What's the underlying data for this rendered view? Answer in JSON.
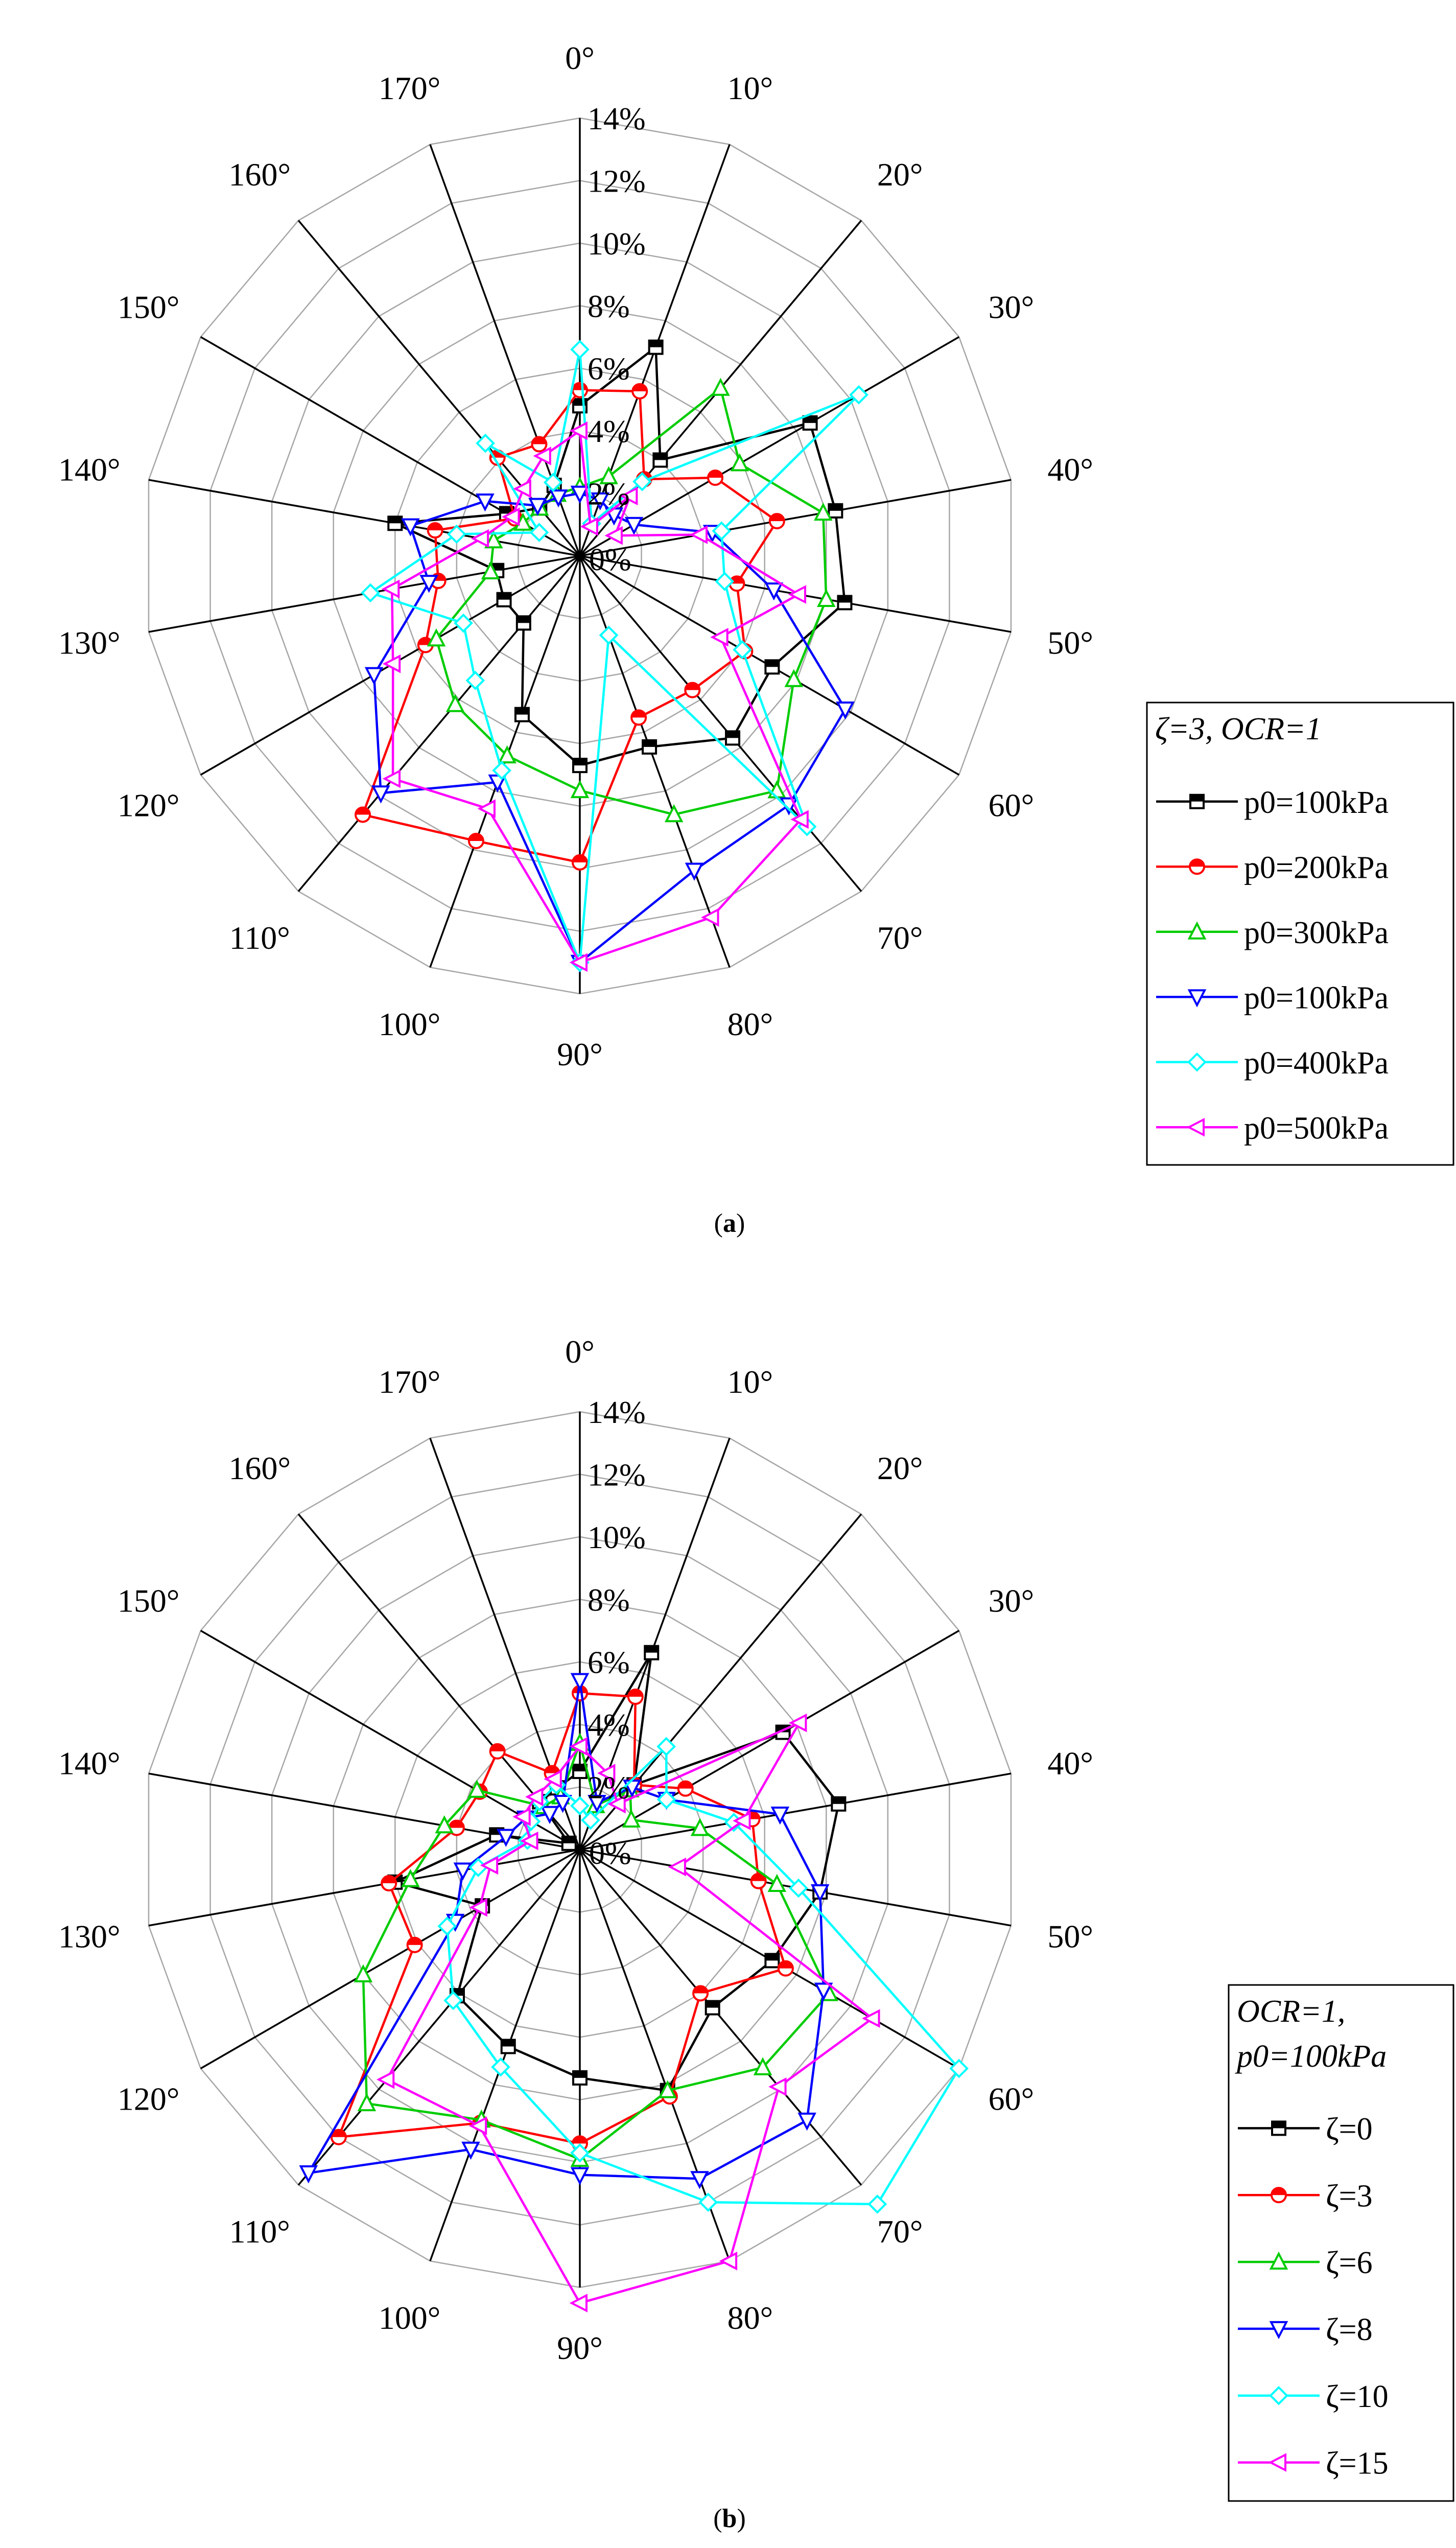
{
  "chart_data": [
    {
      "panel_label": "a",
      "type": "radar",
      "title": "",
      "angle_labels": [
        "0°",
        "10°",
        "20°",
        "30°",
        "40°",
        "50°",
        "60°",
        "70°",
        "80°",
        "90°",
        "100°",
        "110°",
        "120°",
        "130°",
        "140°",
        "150°",
        "160°",
        "170°"
      ],
      "radial_labels": [
        "0%",
        "2%",
        "4%",
        "6%",
        "8%",
        "10%",
        "12%",
        "14%"
      ],
      "rlim": [
        0,
        14
      ],
      "grid": true,
      "legend_position": "right",
      "legend_title": [
        "ζ=3, OCR=1"
      ],
      "series": [
        {
          "name": "p0=100kPa",
          "color": "#000000",
          "marker": "half-square",
          "values": [
            4.8,
            7.1,
            4.0,
            8.5,
            8.3,
            8.6,
            7.1,
            7.6,
            6.5,
            6.7,
            5.4,
            2.8,
            2.8,
            2.7,
            6.0,
            2.7,
            2.0,
            2.4
          ]
        },
        {
          "name": "p0=200kPa",
          "color": "#ff0000",
          "marker": "half-circle",
          "values": [
            5.3,
            5.6,
            3.2,
            5.0,
            6.4,
            5.1,
            6.1,
            5.6,
            5.5,
            9.8,
            9.7,
            10.8,
            5.7,
            4.6,
            4.7,
            2.4,
            4.1,
            3.8
          ]
        },
        {
          "name": "p0=300kPa",
          "color": "#00cc00",
          "marker": "triangle-up",
          "values": [
            2.2,
            2.7,
            7.0,
            5.9,
            7.9,
            8.0,
            7.9,
            9.8,
            8.8,
            7.5,
            6.8,
            6.2,
            5.3,
            2.9,
            2.8,
            2.1,
            2.0,
            2.1
          ]
        },
        {
          "name": "p0=100kPa",
          "color": "#0000ff",
          "marker": "triangle-down",
          "values": [
            2.0,
            1.9,
            1.7,
            2.0,
            4.3,
            6.3,
            9.8,
            10.4,
            10.7,
            13.0,
            7.7,
            9.9,
            7.6,
            4.9,
            5.5,
            3.5,
            2.1,
            2.0
          ]
        },
        {
          "name": "p0=400kPa",
          "color": "#00ffff",
          "marker": "diamond",
          "values": [
            6.6,
            1.1,
            3.1,
            10.3,
            4.6,
            4.7,
            6.0,
            11.3,
            2.7,
            13.0,
            7.3,
            5.2,
            4.3,
            6.8,
            4.0,
            1.5,
            4.7,
            2.5
          ]
        },
        {
          "name": "p0=500kPa",
          "color": "#ff00ff",
          "marker": "triangle-left",
          "values": [
            4.0,
            1.0,
            2.5,
            1.3,
            3.9,
            7.1,
            5.2,
            11.0,
            12.3,
            13.0,
            8.6,
            9.3,
            6.9,
            6.1,
            3.2,
            2.5,
            2.8,
            3.4
          ]
        }
      ]
    },
    {
      "panel_label": "b",
      "type": "radar",
      "title": "",
      "angle_labels": [
        "0°",
        "10°",
        "20°",
        "30°",
        "40°",
        "50°",
        "60°",
        "70°",
        "80°",
        "90°",
        "100°",
        "110°",
        "120°",
        "130°",
        "140°",
        "150°",
        "160°",
        "170°"
      ],
      "radial_labels": [
        "0%",
        "2%",
        "4%",
        "6%",
        "8%",
        "10%",
        "12%",
        "14%"
      ],
      "rlim": [
        0,
        14
      ],
      "grid": true,
      "legend_position": "right",
      "legend_title": [
        "OCR=1,",
        "p0=100kPa"
      ],
      "series": [
        {
          "name": "ζ=0",
          "color": "#000000",
          "marker": "half-square",
          "values": [
            2.5,
            6.7,
            2.7,
            7.5,
            8.4,
            7.8,
            7.1,
            6.6,
            8.2,
            7.3,
            6.7,
            6.1,
            3.6,
            6.0,
            2.7,
            0.4,
            2.0,
            2.1
          ]
        },
        {
          "name": "ζ=3",
          "color": "#ff0000",
          "marker": "half-circle",
          "values": [
            5.0,
            5.2,
            2.7,
            3.9,
            5.6,
            5.8,
            7.6,
            6.0,
            8.4,
            9.4,
            9.3,
            12.0,
            6.1,
            6.2,
            4.0,
            3.7,
            4.1,
            2.6
          ]
        },
        {
          "name": "ζ=6",
          "color": "#00cc00",
          "marker": "triangle-up",
          "values": [
            3.4,
            1.5,
            2.5,
            1.9,
            3.9,
            6.4,
            9.2,
            9.1,
            8.2,
            9.9,
            9.2,
            10.6,
            8.0,
            5.5,
            4.4,
            3.8,
            1.8,
            1.8
          ]
        },
        {
          "name": "ζ=8",
          "color": "#0000ff",
          "marker": "triangle-down",
          "values": [
            5.4,
            1.6,
            2.6,
            3.2,
            6.5,
            7.8,
            9.0,
            11.3,
            11.2,
            10.4,
            10.2,
            13.5,
            4.6,
            3.8,
            2.4,
            2.0,
            1.5,
            1.6
          ]
        },
        {
          "name": "ζ=10",
          "color": "#00ffff",
          "marker": "diamond",
          "values": [
            1.4,
            1.0,
            4.3,
            3.2,
            5.0,
            7.1,
            14.0,
            14.8,
            12.0,
            9.7,
            7.4,
            6.3,
            4.9,
            3.3,
            1.7,
            1.8,
            2.0,
            2.2
          ]
        },
        {
          "name": "ζ=15",
          "color": "#ff00ff",
          "marker": "triangle-left",
          "values": [
            3.3,
            2.6,
            1.9,
            8.1,
            5.3,
            3.2,
            10.8,
            9.9,
            14.0,
            14.5,
            9.4,
            9.6,
            3.7,
            2.9,
            1.6,
            2.1,
            2.2,
            2.4
          ]
        }
      ]
    }
  ]
}
